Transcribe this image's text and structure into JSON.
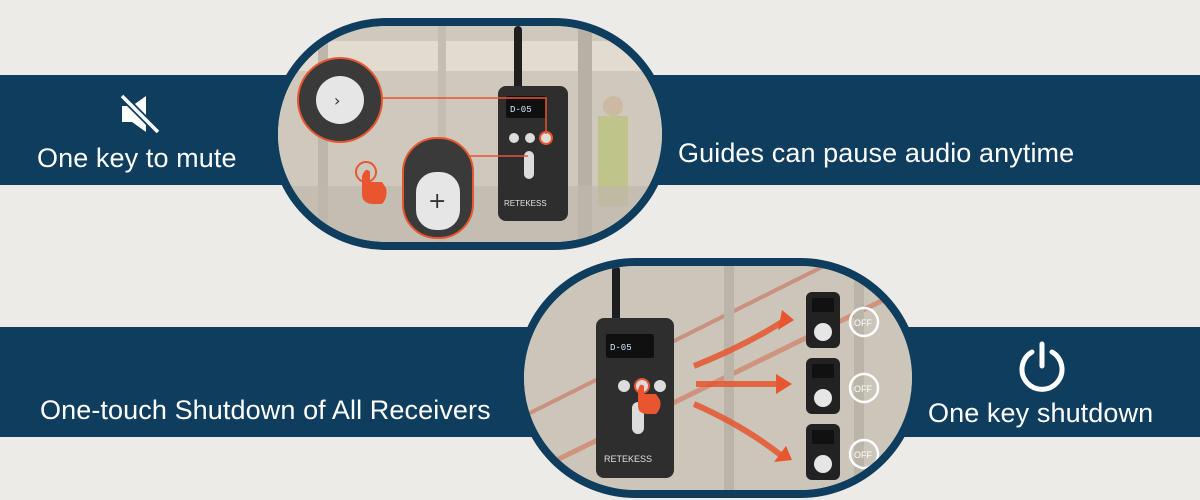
{
  "top_section": {
    "left_caption": "One key to mute",
    "right_caption": "Guides can pause audio anytime",
    "device_brand": "RETEKESS",
    "screen_readout": "D-05",
    "icons": [
      "mute-speaker-icon",
      "next-arrow-button",
      "plus-button",
      "tap-hand-icon"
    ]
  },
  "bottom_section": {
    "left_caption": "One-touch Shutdown of All Receivers",
    "right_caption": "One key shutdown",
    "device_brand": "RETEKESS",
    "screen_readout": "D-05",
    "off_badge": "OFF",
    "receiver_count": 3,
    "icons": [
      "power-icon",
      "tap-hand-icon",
      "signal-arrow-icon"
    ]
  },
  "colors": {
    "band": "#0f3d5e",
    "background": "#ecebe8",
    "accent": "#e8552f",
    "device": "#2b2b2b"
  }
}
